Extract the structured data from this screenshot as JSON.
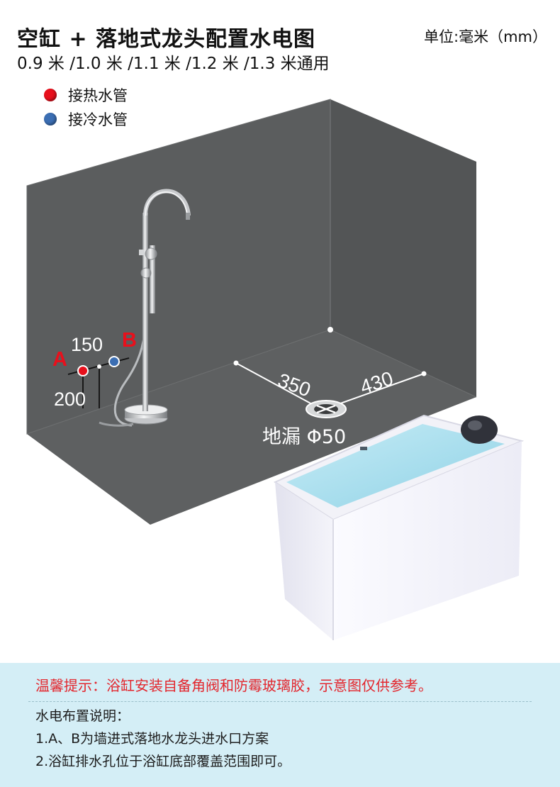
{
  "header": {
    "title": "空缸 + 落地式龙头配置水电图",
    "unit": "单位:毫米（mm）",
    "subtitle": "0.9 米 /1.0 米 /1.1 米 /1.2 米 /1.3 米通用"
  },
  "legend": [
    {
      "label": "接热水管",
      "color": "#e8101c"
    },
    {
      "label": "接冷水管",
      "color": "#3b6eb3"
    }
  ],
  "diagram": {
    "point_a": "A",
    "point_b": "B",
    "dim_ab": "150",
    "dim_height": "200",
    "dim_drain_left": "350",
    "dim_drain_right": "430",
    "drain_label": "地漏 Φ50",
    "colors": {
      "room": "#5b5d5e",
      "hot": "#e8101c",
      "cold": "#3b6eb3",
      "marker": "#e8101c"
    }
  },
  "notes": {
    "warning": "温馨提示：浴缸安装自备角阀和防霉玻璃胶，示意图仅供参考。",
    "heading": "水电布置说明：",
    "lines": [
      "1.A、B为墙进式落地水龙头进水口方案",
      "2.浴缸排水孔位于浴缸底部覆盖范围即可。"
    ]
  }
}
